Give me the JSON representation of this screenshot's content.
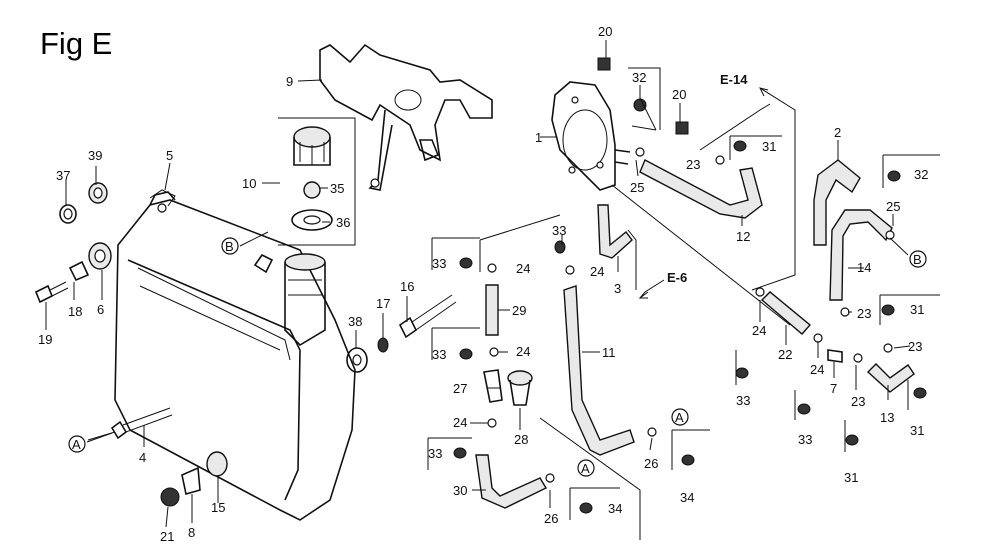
{
  "figure": {
    "title": "Fig E"
  },
  "callouts": {
    "c1": "1",
    "c2": "2",
    "c3": "3",
    "c4": "4",
    "c5": "5",
    "c6": "6",
    "c7": "7",
    "c8": "8",
    "c9": "9",
    "c10": "10",
    "c11": "11",
    "c12": "12",
    "c13": "13",
    "c14": "14",
    "c15": "15",
    "c16": "16",
    "c17": "17",
    "c18": "18",
    "c19": "19",
    "c20a": "20",
    "c20b": "20",
    "c21": "21",
    "c22": "22",
    "c23a": "23",
    "c23b": "23",
    "c23c": "23",
    "c23d": "23",
    "c24a": "24",
    "c24b": "24",
    "c24c": "24",
    "c24d": "24",
    "c24e": "24",
    "c24f": "24",
    "c25a": "25",
    "c25b": "25",
    "c26a": "26",
    "c26b": "26",
    "c27": "27",
    "c28": "28",
    "c29": "29",
    "c30": "30",
    "c31a": "31",
    "c31b": "31",
    "c31c": "31",
    "c31d": "31",
    "c32a": "32",
    "c32b": "32",
    "c33a": "33",
    "c33b": "33",
    "c33c": "33",
    "c33d": "33",
    "c33e": "33",
    "c33f": "33",
    "c34a": "34",
    "c34b": "34",
    "c35": "35",
    "c36": "36",
    "c37": "37",
    "c38": "38",
    "c39": "39"
  },
  "references": {
    "e14": "E-14",
    "e6": "E-6",
    "markerA": "A",
    "markerB": "B"
  }
}
